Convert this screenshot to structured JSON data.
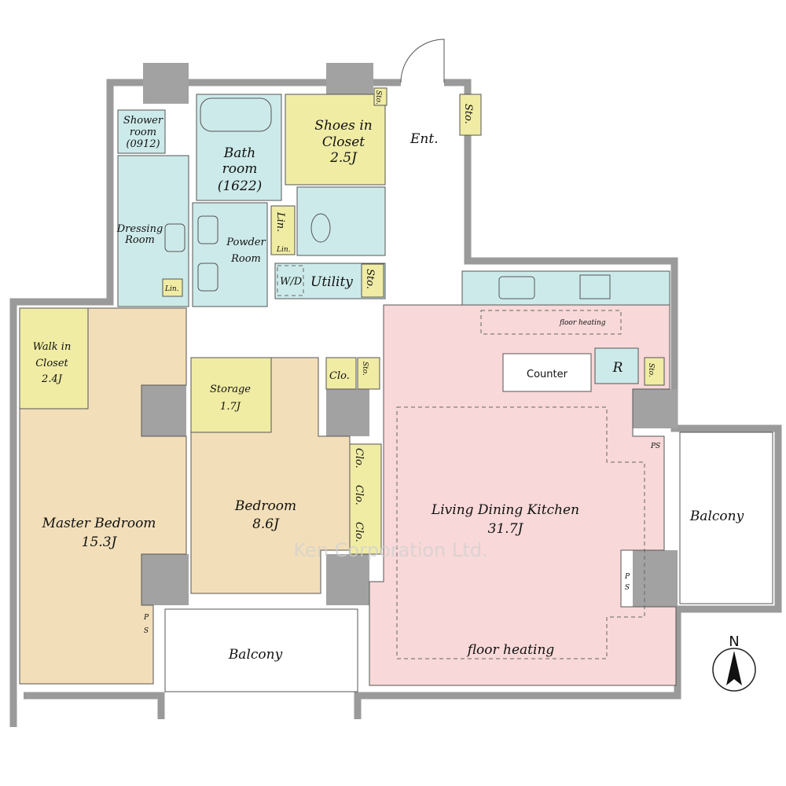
{
  "rooms": {
    "shower": {
      "l1": "Shower",
      "l2": "room",
      "l3": "(0912)"
    },
    "bath": {
      "l1": "Bath",
      "l2": "room",
      "l3": "(1622)"
    },
    "shoes": {
      "l1": "Shoes in",
      "l2": "Closet",
      "l3": "2.5J"
    },
    "entrance": "Ent.",
    "dressing": {
      "l1": "Dressing",
      "l2": "Room"
    },
    "powder": {
      "l1": "Powder",
      "l2": "Room"
    },
    "linen_large": "Lin.",
    "linen_small": "Lin.",
    "linen_dressing": "Lin.",
    "wd": "W/D",
    "utility": "Utility",
    "storage_labels": {
      "utility": "Sto.",
      "entrance_small": "Sto.",
      "entrance": "Sto.",
      "kitchen": "Sto.",
      "hall": "Sto."
    },
    "walk_in": {
      "l1": "Walk in",
      "l2": "Closet",
      "l3": "2.4J"
    },
    "storage": {
      "l1": "Storage",
      "l2": "1.7J"
    },
    "hall_closet": "Clo.",
    "master": {
      "l1": "Master Bedroom",
      "l2": "15.3J"
    },
    "bedroom": {
      "l1": "Bedroom",
      "l2": "8.6J"
    },
    "closets": [
      "Clo.",
      "Clo.",
      "Clo."
    ],
    "ldk": {
      "l1": "Living Dining Kitchen",
      "l2": "31.7J"
    },
    "counter": "Counter",
    "fridge": "R",
    "floor_heating_small": "floor heating",
    "floor_heating": "floor heating",
    "balcony_bottom": "Balcony",
    "balcony_right": "Balcony",
    "ps": [
      "P",
      "S"
    ],
    "ps2": [
      "P",
      "S"
    ],
    "ps_right": "PS"
  },
  "compass": "N",
  "watermark": "Ken Corporation Ltd.",
  "colors": {
    "wet": "#cdeaea",
    "storage": "#f0eca4",
    "bedroom": "#f2dfb9",
    "ldk": "#f8d8d8",
    "wall": "#9a9a9a"
  }
}
